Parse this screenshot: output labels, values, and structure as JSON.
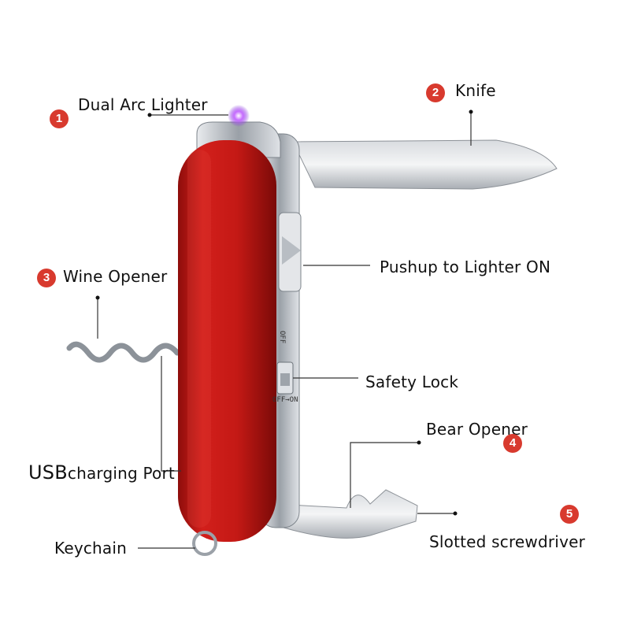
{
  "colors": {
    "accent_badge": "#d83a2e",
    "body_red": "#c81a16",
    "leader_line": "#333333",
    "steel": "#c9cdd2"
  },
  "callouts": [
    {
      "id": "dual-arc-lighter",
      "number": "1",
      "text": "Dual Arc Lighter"
    },
    {
      "id": "knife",
      "number": "2",
      "text": "Knife"
    },
    {
      "id": "wine-opener",
      "number": "3",
      "text": "Wine Opener"
    },
    {
      "id": "pushup-to-lighter",
      "number": "",
      "text": "Pushup to Lighter ON"
    },
    {
      "id": "safety-lock",
      "number": "",
      "text": "Safety Lock"
    },
    {
      "id": "bear-opener",
      "number": "4",
      "text": "Bear Opener"
    },
    {
      "id": "usb-charging-port",
      "number": "",
      "text": "charging Port",
      "prefix": "USB"
    },
    {
      "id": "slotted-screwdriver",
      "number": "5",
      "text": "Slotted screwdriver"
    },
    {
      "id": "keychain",
      "number": "",
      "text": "Keychain"
    }
  ],
  "switch_markings": {
    "upper": "OFF",
    "lower": "OFF→ON"
  }
}
